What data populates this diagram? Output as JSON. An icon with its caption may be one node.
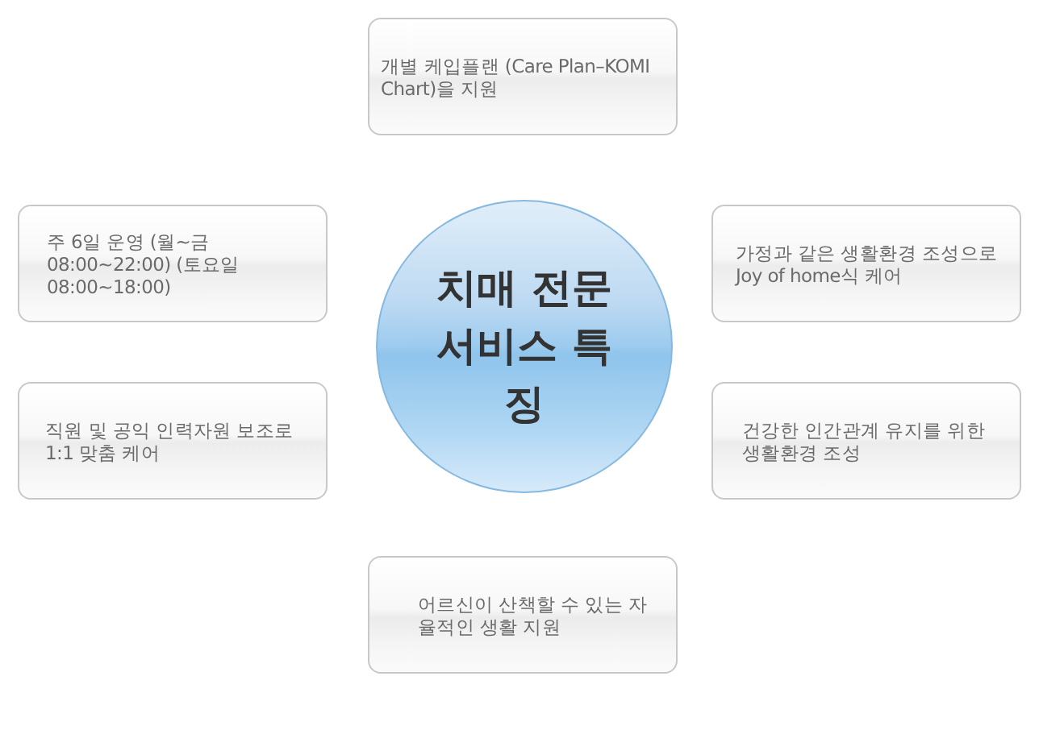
{
  "diagram": {
    "nodes": [
      {
        "text": [
          "개별 케입플랜 (Care Plan–KOMI Chart)을 지원"
        ]
      },
      {
        "text": [
          "주 6일 운영 (월~금 08:00~22:00) (토요일 08:00~18:00)"
        ]
      },
      {
        "text": [
          "가정과 같은 생활환경 조성으로 Joy of home식 케어"
        ]
      },
      {
        "text": [
          "치매 전문 서비스 특징"
        ]
      },
      {
        "text": [
          "직원 및 공익 인력자원 보조로 1:1 맞춤 케어"
        ]
      },
      {
        "text": [
          "건강한 인간관계 유지를 위한 생활환경 조성"
        ]
      },
      {
        "text": [
          "어르신이 산책할 수 있는 자율적인 생활 지원"
        ]
      }
    ]
  }
}
